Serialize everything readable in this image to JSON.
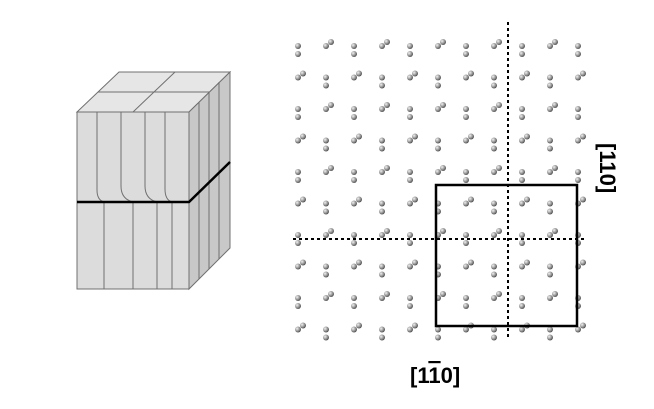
{
  "figure": {
    "labels": {
      "vertical_axis": "[110]",
      "horizontal_axis_prefix": "[1",
      "horizontal_axis_overbar_digit": "1",
      "horizontal_axis_suffix": "0]"
    },
    "colors": {
      "block_face": "#dcdcdc",
      "block_side": "#c8c8c8",
      "block_edge": "#707070",
      "boundary_line": "#000000",
      "atom": "#7a7a7a",
      "atom_highlight": "#e6e6e6",
      "dashed_line": "#000000",
      "box_outline": "#000000"
    },
    "atom_lattice": {
      "columns": 11,
      "rows": 10
    }
  }
}
